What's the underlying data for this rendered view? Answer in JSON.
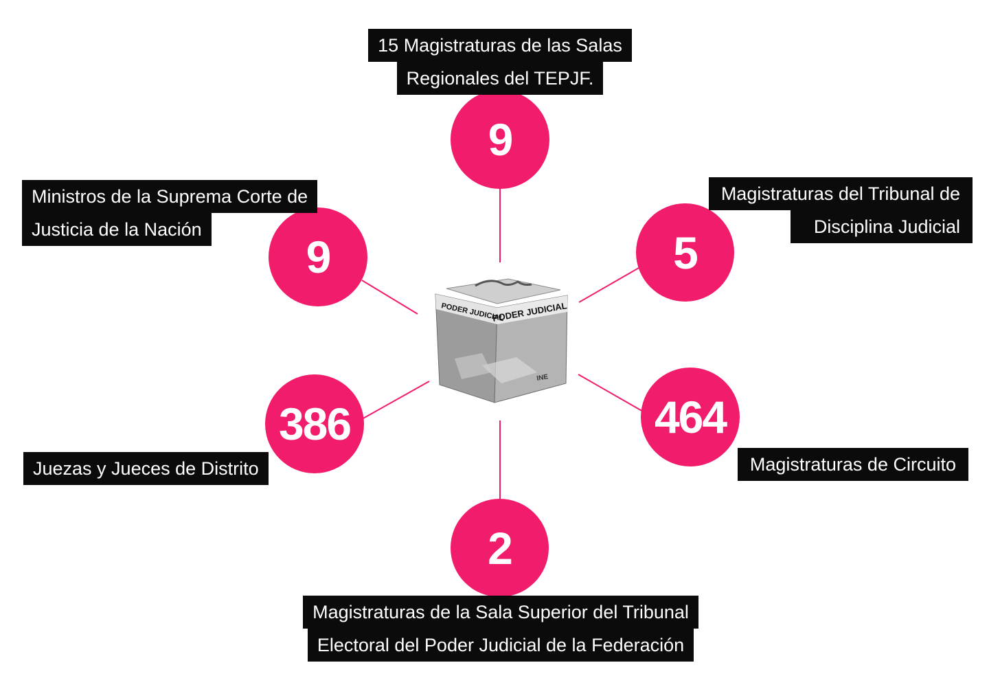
{
  "diagram": {
    "center": {
      "icon": "ballot-box-icon",
      "box_text": "PODER JUDICIAL",
      "brand": "INE"
    },
    "colors": {
      "circle": "#f21c6c",
      "label_bg": "#0b0b0b",
      "line": "#f21c6c"
    },
    "nodes": [
      {
        "id": "top",
        "value": "9",
        "label": [
          "15 Magistraturas de las Salas",
          "Regionales del TEPJF."
        ]
      },
      {
        "id": "upper-left",
        "value": "9",
        "label": [
          "Ministros de la Suprema Corte de",
          "Justicia de la Nación"
        ]
      },
      {
        "id": "upper-right",
        "value": "5",
        "label": [
          "Magistraturas del Tribunal de",
          "Disciplina Judicial"
        ]
      },
      {
        "id": "lower-left",
        "value": "386",
        "label": [
          "Juezas y Jueces de Distrito"
        ]
      },
      {
        "id": "lower-right",
        "value": "464",
        "label": [
          "Magistraturas de Circuito"
        ]
      },
      {
        "id": "bottom",
        "value": "2",
        "label": [
          "Magistraturas de la Sala Superior del Tribunal",
          "Electoral del Poder Judicial de la Federación"
        ]
      }
    ]
  }
}
